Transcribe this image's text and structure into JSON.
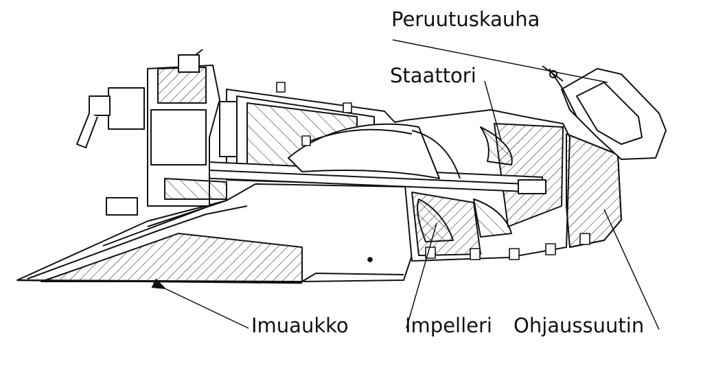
{
  "labels": {
    "peruutuskauha": "Peruutuskauha",
    "staattori": "Staattori",
    "imuaukko": "Imuaukko",
    "impelleri": "Impelleri",
    "ohjaussuutin": "Ohjaussuutin"
  },
  "colors": {
    "line": "#111111",
    "background": "#ffffff"
  }
}
